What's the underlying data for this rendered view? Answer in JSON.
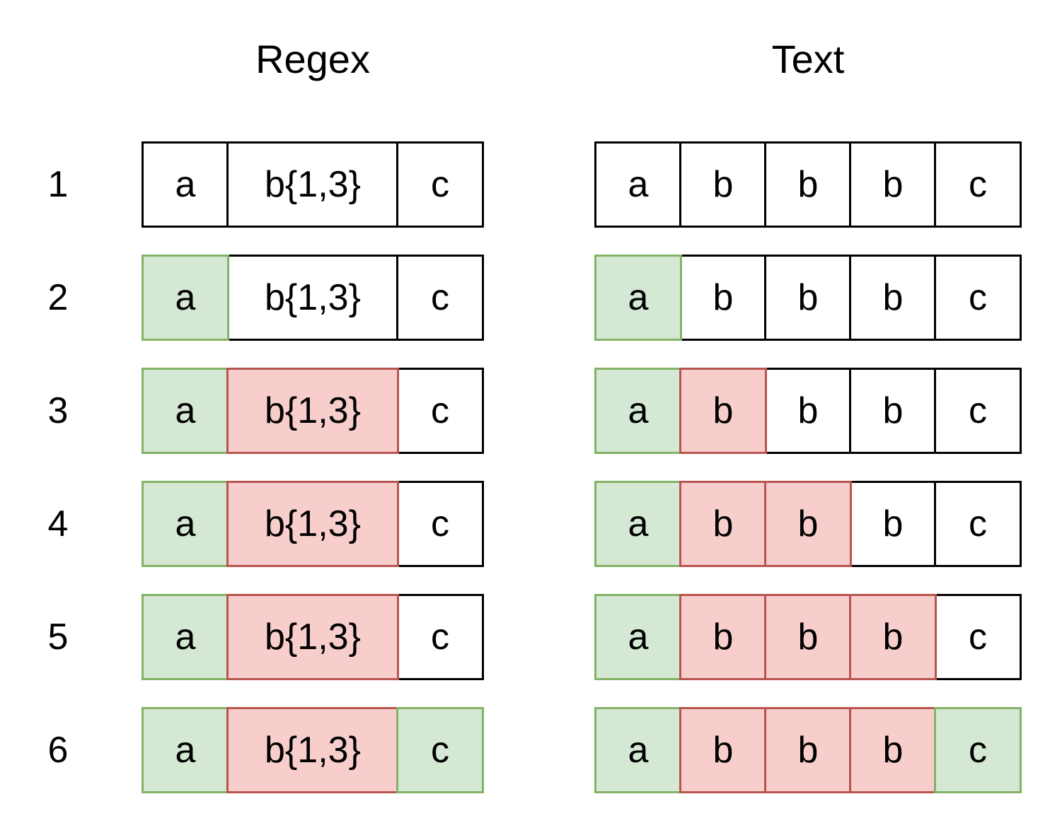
{
  "headers": {
    "regex": "Regex",
    "text": "Text"
  },
  "regex_tokens": [
    "a",
    "b{1,3}",
    "c"
  ],
  "text_chars": [
    "a",
    "b",
    "b",
    "b",
    "c"
  ],
  "colors": {
    "none": {
      "fill": "#ffffff",
      "stroke": "#000000"
    },
    "green": {
      "fill": "#d5e8d4",
      "stroke": "#82b366"
    },
    "red": {
      "fill": "#f8cecc",
      "stroke": "#b85450"
    }
  },
  "steps": [
    {
      "label": "1",
      "regex_states": [
        "none",
        "none",
        "none"
      ],
      "text_states": [
        "none",
        "none",
        "none",
        "none",
        "none"
      ]
    },
    {
      "label": "2",
      "regex_states": [
        "green",
        "none",
        "none"
      ],
      "text_states": [
        "green",
        "none",
        "none",
        "none",
        "none"
      ]
    },
    {
      "label": "3",
      "regex_states": [
        "green",
        "red",
        "none"
      ],
      "text_states": [
        "green",
        "red",
        "none",
        "none",
        "none"
      ]
    },
    {
      "label": "4",
      "regex_states": [
        "green",
        "red",
        "none"
      ],
      "text_states": [
        "green",
        "red",
        "red",
        "none",
        "none"
      ]
    },
    {
      "label": "5",
      "regex_states": [
        "green",
        "red",
        "none"
      ],
      "text_states": [
        "green",
        "red",
        "red",
        "red",
        "none"
      ]
    },
    {
      "label": "6",
      "regex_states": [
        "green",
        "red",
        "green"
      ],
      "text_states": [
        "green",
        "red",
        "red",
        "red",
        "green"
      ]
    }
  ]
}
